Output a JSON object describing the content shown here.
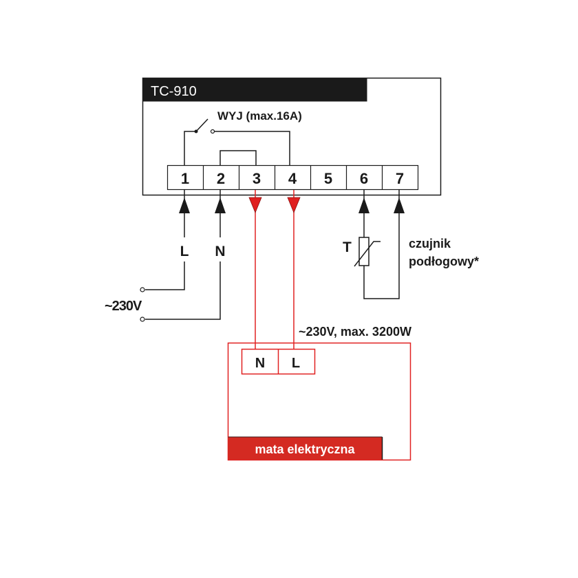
{
  "device": {
    "model": "TC-910",
    "relay_label": "WYJ (max.16A)",
    "terminals": [
      "1",
      "2",
      "3",
      "4",
      "5",
      "6",
      "7"
    ]
  },
  "supply": {
    "voltage_label": "~230V",
    "line_label": "L",
    "neutral_label": "N"
  },
  "sensor": {
    "symbol_label": "T",
    "label_line1": "czujnik",
    "label_line2": "podłogowy*"
  },
  "load": {
    "rating_label": "~230V, max. 3200W",
    "terminal_n": "N",
    "terminal_l": "L",
    "name": "mata elektryczna"
  },
  "colors": {
    "black": "#1a1a1a",
    "red": "#e02020",
    "label_red": "#d42a22"
  }
}
